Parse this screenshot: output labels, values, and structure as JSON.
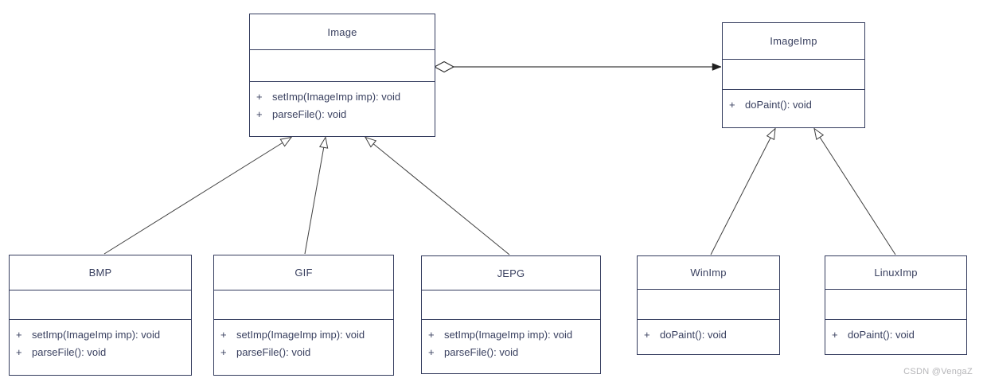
{
  "diagram": {
    "type": "uml-class-diagram",
    "classes": [
      {
        "id": "image",
        "name": "Image",
        "methods": [
          {
            "vis": "+",
            "sig": "setImp(ImageImp imp): void"
          },
          {
            "vis": "+",
            "sig": "parseFile(): void"
          }
        ]
      },
      {
        "id": "imageimp",
        "name": "ImageImp",
        "methods": [
          {
            "vis": "+",
            "sig": "doPaint(): void"
          }
        ]
      },
      {
        "id": "bmp",
        "name": "BMP",
        "methods": [
          {
            "vis": "+",
            "sig": "setImp(ImageImp imp): void"
          },
          {
            "vis": "+",
            "sig": "parseFile(): void"
          }
        ]
      },
      {
        "id": "gif",
        "name": "GIF",
        "methods": [
          {
            "vis": "+",
            "sig": "setImp(ImageImp imp): void"
          },
          {
            "vis": "+",
            "sig": "parseFile(): void"
          }
        ]
      },
      {
        "id": "jepg",
        "name": "JEPG",
        "methods": [
          {
            "vis": "+",
            "sig": "setImp(ImageImp imp): void"
          },
          {
            "vis": "+",
            "sig": "parseFile(): void"
          }
        ]
      },
      {
        "id": "winimp",
        "name": "WinImp",
        "methods": [
          {
            "vis": "+",
            "sig": "doPaint(): void"
          }
        ]
      },
      {
        "id": "linuximp",
        "name": "LinuxImp",
        "methods": [
          {
            "vis": "+",
            "sig": "doPaint(): void"
          }
        ]
      }
    ],
    "relationships": [
      {
        "type": "aggregation",
        "from": "Image",
        "to": "ImageImp",
        "marker_from": "hollow-diamond",
        "marker_to": "solid-arrow"
      },
      {
        "type": "generalization",
        "from": "BMP",
        "to": "Image",
        "marker_to": "hollow-triangle"
      },
      {
        "type": "generalization",
        "from": "GIF",
        "to": "Image",
        "marker_to": "hollow-triangle"
      },
      {
        "type": "generalization",
        "from": "JEPG",
        "to": "Image",
        "marker_to": "hollow-triangle"
      },
      {
        "type": "generalization",
        "from": "WinImp",
        "to": "ImageImp",
        "marker_to": "hollow-triangle"
      },
      {
        "type": "generalization",
        "from": "LinuxImp",
        "to": "ImageImp",
        "marker_to": "hollow-triangle"
      }
    ],
    "watermark": "CSDN @VengaZ",
    "colors": {
      "background": "#ffffff",
      "box_border": "#343c5e",
      "text": "#3a4160",
      "connector": "#3f3f3f",
      "solid_arrow": "#1f1f1f",
      "watermark": "#b5b5b8"
    }
  }
}
